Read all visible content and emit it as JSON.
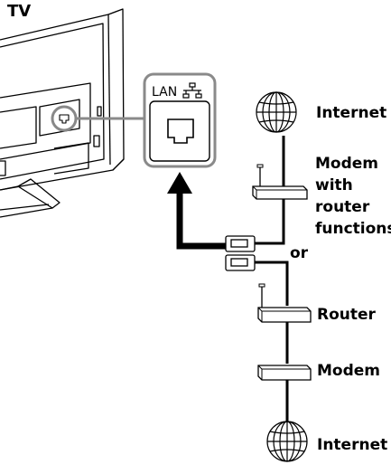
{
  "labels": {
    "tv": "TV",
    "lan": "LAN",
    "internet_top": "Internet",
    "modem_router_lines": [
      "Modem",
      "with",
      "router",
      "functions"
    ],
    "or": "or",
    "router": "Router",
    "modem": "Modem",
    "internet_bottom": "Internet"
  },
  "icons": {
    "lan_symbol": "network-icon",
    "lan_port": "ethernet-port-icon",
    "globe": "globe-icon",
    "cable_plug": "rj45-plug-icon"
  },
  "colors": {
    "line": "#000000",
    "callout_border": "#8a8a8a",
    "device_fill": "#ffffff"
  }
}
